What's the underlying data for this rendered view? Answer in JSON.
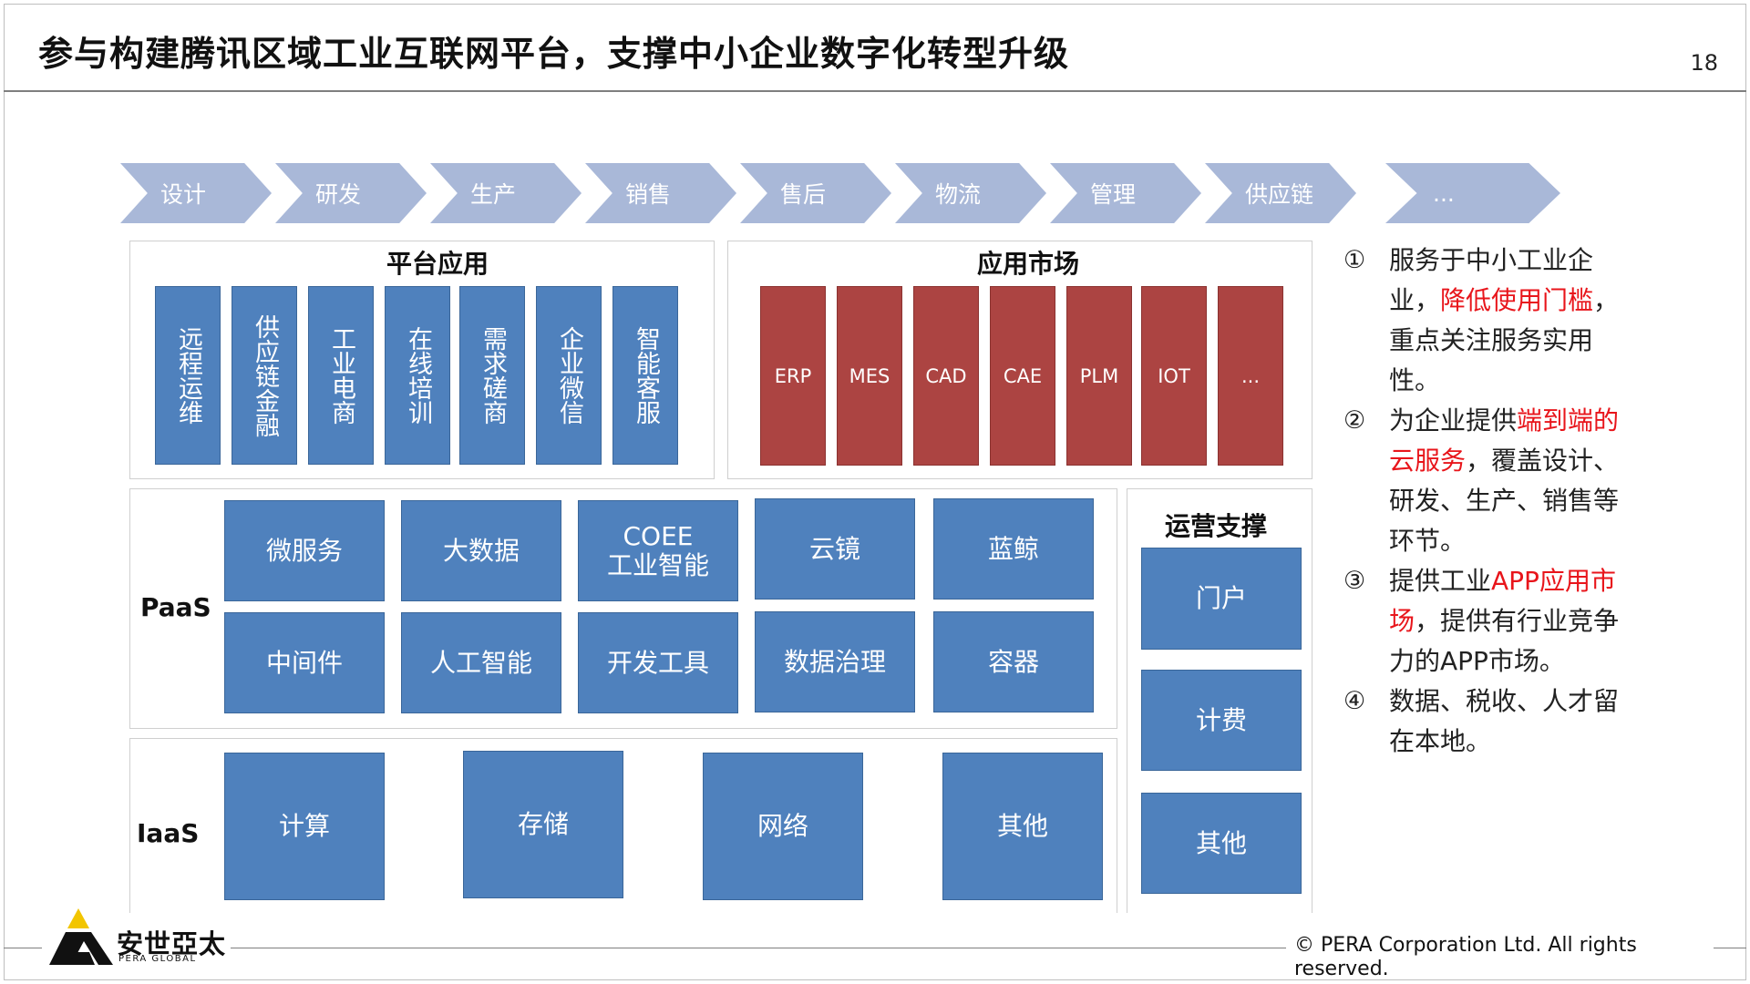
{
  "header": {
    "title": "参与构建腾讯区域工业互联网平台，支撑中小企业数字化转型升级",
    "page_number": "18"
  },
  "value_chain": [
    "设计",
    "研发",
    "生产",
    "销售",
    "售后",
    "物流",
    "管理",
    "供应链",
    "..."
  ],
  "platform_apps": {
    "title": "平台应用",
    "items": [
      "远程运维",
      "供应链金融",
      "工业电商",
      "在线培训",
      "需求磋商",
      "企业微信",
      "智能客服"
    ]
  },
  "app_market": {
    "title": "应用市场",
    "items": [
      "ERP",
      "MES",
      "CAD",
      "CAE",
      "PLM",
      "IOT",
      "..."
    ]
  },
  "paas": {
    "label": "PaaS",
    "row1": [
      "微服务",
      "大数据",
      "COEE\n工业智能",
      "云镜",
      "蓝鲸"
    ],
    "row2": [
      "中间件",
      "人工智能",
      "开发工具",
      "数据治理",
      "容器"
    ]
  },
  "iaas": {
    "label": "IaaS",
    "items": [
      "计算",
      "存储",
      "网络",
      "其他"
    ]
  },
  "operations": {
    "title": "运营支撑",
    "items": [
      "门户",
      "计费",
      "其他"
    ]
  },
  "notes": [
    {
      "num": "①",
      "parts": [
        {
          "t": "服务于中小工业企业，",
          "red": false
        },
        {
          "t": "降低使用门槛",
          "red": true
        },
        {
          "t": "，重点关注服务实用性。",
          "red": false
        }
      ]
    },
    {
      "num": "②",
      "parts": [
        {
          "t": "为企业提供",
          "red": false
        },
        {
          "t": "端到端的云服务",
          "red": true
        },
        {
          "t": "，覆盖设计、研发、生产、销售等环节。",
          "red": false
        }
      ]
    },
    {
      "num": "③",
      "parts": [
        {
          "t": "提供工业",
          "red": false
        },
        {
          "t": "APP应用市场",
          "red": true
        },
        {
          "t": "，提供有行业竞争力的APP市场。",
          "red": false
        }
      ]
    },
    {
      "num": "④",
      "parts": [
        {
          "t": "数据、税收、人才留在本地。",
          "red": false
        }
      ]
    }
  ],
  "footer": {
    "logo_name": "安世亞太",
    "logo_sub": "PERA GLOBAL",
    "copyright": "©  PERA Corporation Ltd. All rights reserved."
  },
  "colors": {
    "chevron": "#a9b8d8",
    "blue_box": "#4f81bd",
    "red_box": "#ac4442",
    "highlight_red": "#e8151b"
  }
}
